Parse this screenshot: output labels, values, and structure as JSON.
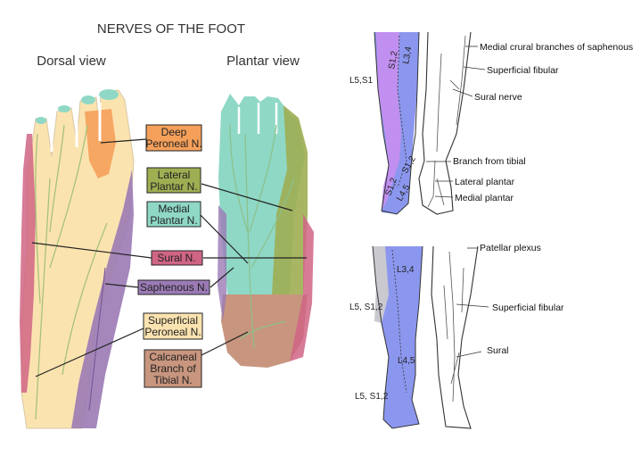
{
  "title": "NERVES OF THE FOOT",
  "views": {
    "dorsal": "Dorsal view",
    "plantar": "Plantar view"
  },
  "labels": [
    {
      "lines": [
        "Deep",
        "Peroneal N."
      ],
      "color": "#f5a05a"
    },
    {
      "lines": [
        "Lateral",
        "Plantar N."
      ],
      "color": "#9eae52"
    },
    {
      "lines": [
        "Medial",
        "Plantar N."
      ],
      "color": "#8fd8c6"
    },
    {
      "lines": [
        "Sural N."
      ],
      "color": "#d06585"
    },
    {
      "lines": [
        "Saphenous N."
      ],
      "color": "#9b7ab5"
    },
    {
      "lines": [
        "Superficial",
        "Peroneal N."
      ],
      "color": "#fbe3b0"
    },
    {
      "lines": [
        "Calcaneal",
        "Branch of",
        "Tibial N."
      ],
      "color": "#c8957e"
    }
  ],
  "top_leg": {
    "segments": [
      "L3,4",
      "S1,2",
      "L5,S1",
      "S1,2",
      "S1,2",
      "L4,5"
    ],
    "callouts": [
      "Medial crural branches of saphenous",
      "Superficial fibular",
      "Sural nerve",
      "Branch from tibial",
      "Lateral plantar",
      "Medial plantar"
    ]
  },
  "bottom_leg": {
    "segments": [
      "L3,4",
      "L5, S1,2",
      "L4,5",
      "L5, S1,2"
    ],
    "callouts": [
      "Patellar plexus",
      "Superficial fibular",
      "Sural"
    ]
  },
  "colors": {
    "lumbar_blue": "#8b97ee",
    "sacral_violet": "#c18ff0",
    "gray": "#c9c9cf"
  }
}
